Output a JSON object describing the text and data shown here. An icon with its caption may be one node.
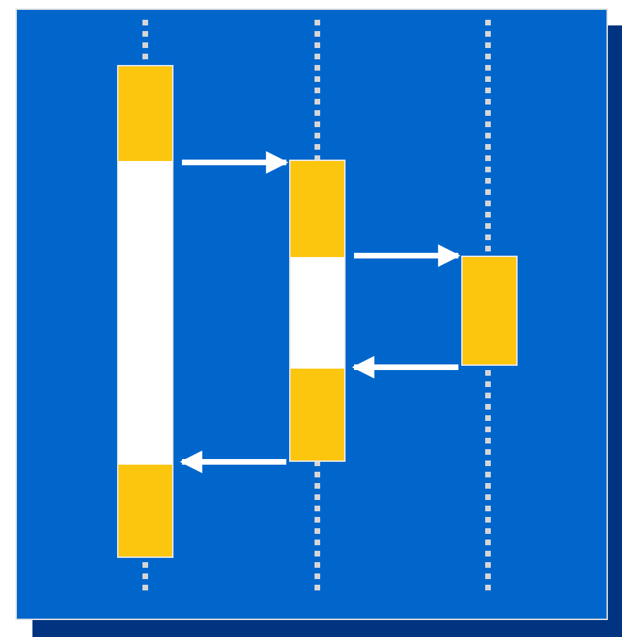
{
  "diagram": {
    "nodes": [
      {
        "text": [],
        "shape": "bar"
      },
      {
        "text": [],
        "shape": "bar"
      },
      {
        "text": [],
        "shape": "bar"
      }
    ],
    "edges": [
      {
        "from": 0,
        "to": 1,
        "arrow": "to"
      },
      {
        "from": 1,
        "to": 2,
        "arrow": "to"
      },
      {
        "from": 2,
        "to": 1,
        "arrow": "to"
      },
      {
        "from": 1,
        "to": 0,
        "arrow": "to"
      }
    ]
  }
}
